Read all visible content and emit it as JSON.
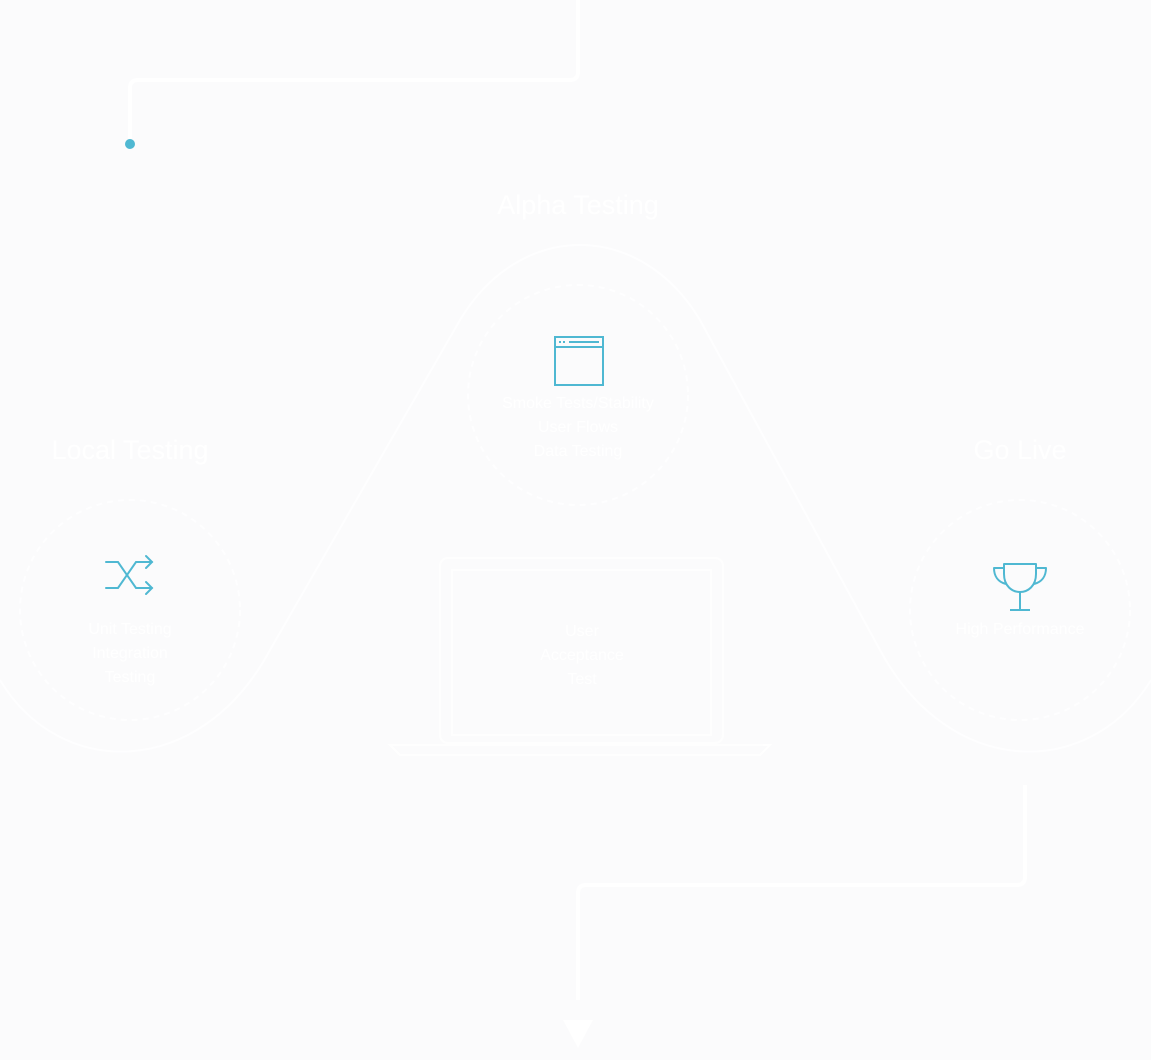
{
  "colors": {
    "background": "#fbfbfc",
    "accent": "#4fb8d2",
    "line": "#ffffff"
  },
  "stages": {
    "alpha": {
      "title": "Alpha Testing",
      "icon": "browser-window-icon",
      "lines": [
        "Smoke Tests/Stability",
        "User Flows",
        "Data Testing"
      ]
    },
    "local": {
      "title": "Local Testing",
      "icon": "shuffle-icon",
      "lines": [
        "Unit Testing",
        "Integration",
        "Testing"
      ]
    },
    "golive": {
      "title": "Go Live",
      "icon": "trophy-icon",
      "lines": [
        "High Performance"
      ]
    },
    "laptop": {
      "icon": "laptop-icon",
      "lines": [
        "User",
        "Acceptance",
        "Test"
      ]
    }
  }
}
